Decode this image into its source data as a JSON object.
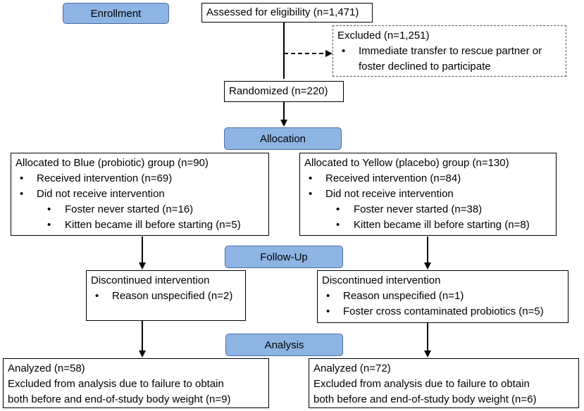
{
  "stages": {
    "enrollment": "Enrollment",
    "allocation": "Allocation",
    "followup": "Follow-Up",
    "analysis": "Analysis"
  },
  "assessed": "Assessed for eligibility (n=1,471)",
  "excluded": {
    "title": "Excluded (n=1,251)",
    "bullet": "Immediate transfer to rescue partner or foster declined to participate"
  },
  "randomized": "Randomized (n=220)",
  "blue": {
    "title": "Allocated to Blue (probiotic) group (n=90)",
    "received": "Received intervention (n=69)",
    "not_received": "Did not receive intervention",
    "reason1": "Foster never started (n=16)",
    "reason2": "Kitten became ill before starting (n=5)",
    "disc_title": "Discontinued intervention",
    "disc_reason1": "Reason unspecified (n=2)",
    "analyzed": "Analyzed (n=58)",
    "excl_line1": "Excluded from analysis due to failure to obtain",
    "excl_line2": "both before and end-of-study body weight (n=9)"
  },
  "yellow": {
    "title": "Allocated to Yellow (placebo) group (n=130)",
    "received": "Received intervention (n=84)",
    "not_received": "Did not receive intervention",
    "reason1": "Foster never started (n=38)",
    "reason2": "Kitten became ill before starting (n=8)",
    "disc_title": "Discontinued intervention",
    "disc_reason1": "Reason unspecified (n=1)",
    "disc_reason2": "Foster cross contaminated probiotics (n=5)",
    "analyzed": "Analyzed (n=72)",
    "excl_line1": "Excluded from analysis due to failure to obtain",
    "excl_line2": "both before and end-of-study body weight (n=6)"
  }
}
